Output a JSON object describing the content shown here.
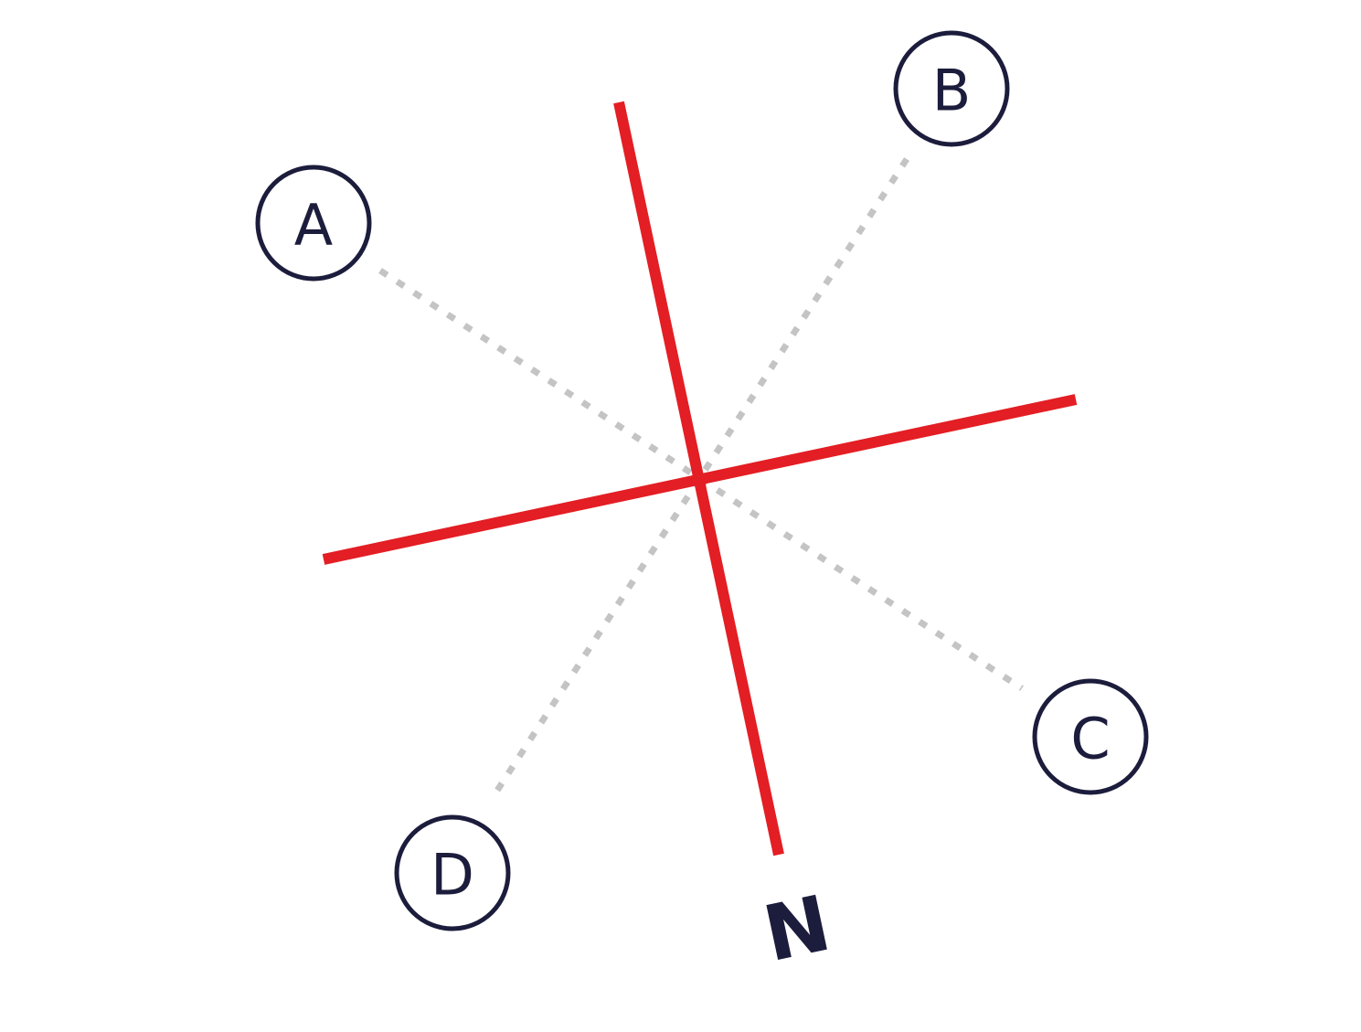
{
  "colors": {
    "axis": "#e31e24",
    "guide": "#c4c4c4",
    "ink": "#1c1c3c",
    "background": "#ffffff"
  },
  "labels": {
    "a": "A",
    "b": "B",
    "c": "C",
    "d": "D"
  },
  "north": {
    "label": "N"
  }
}
